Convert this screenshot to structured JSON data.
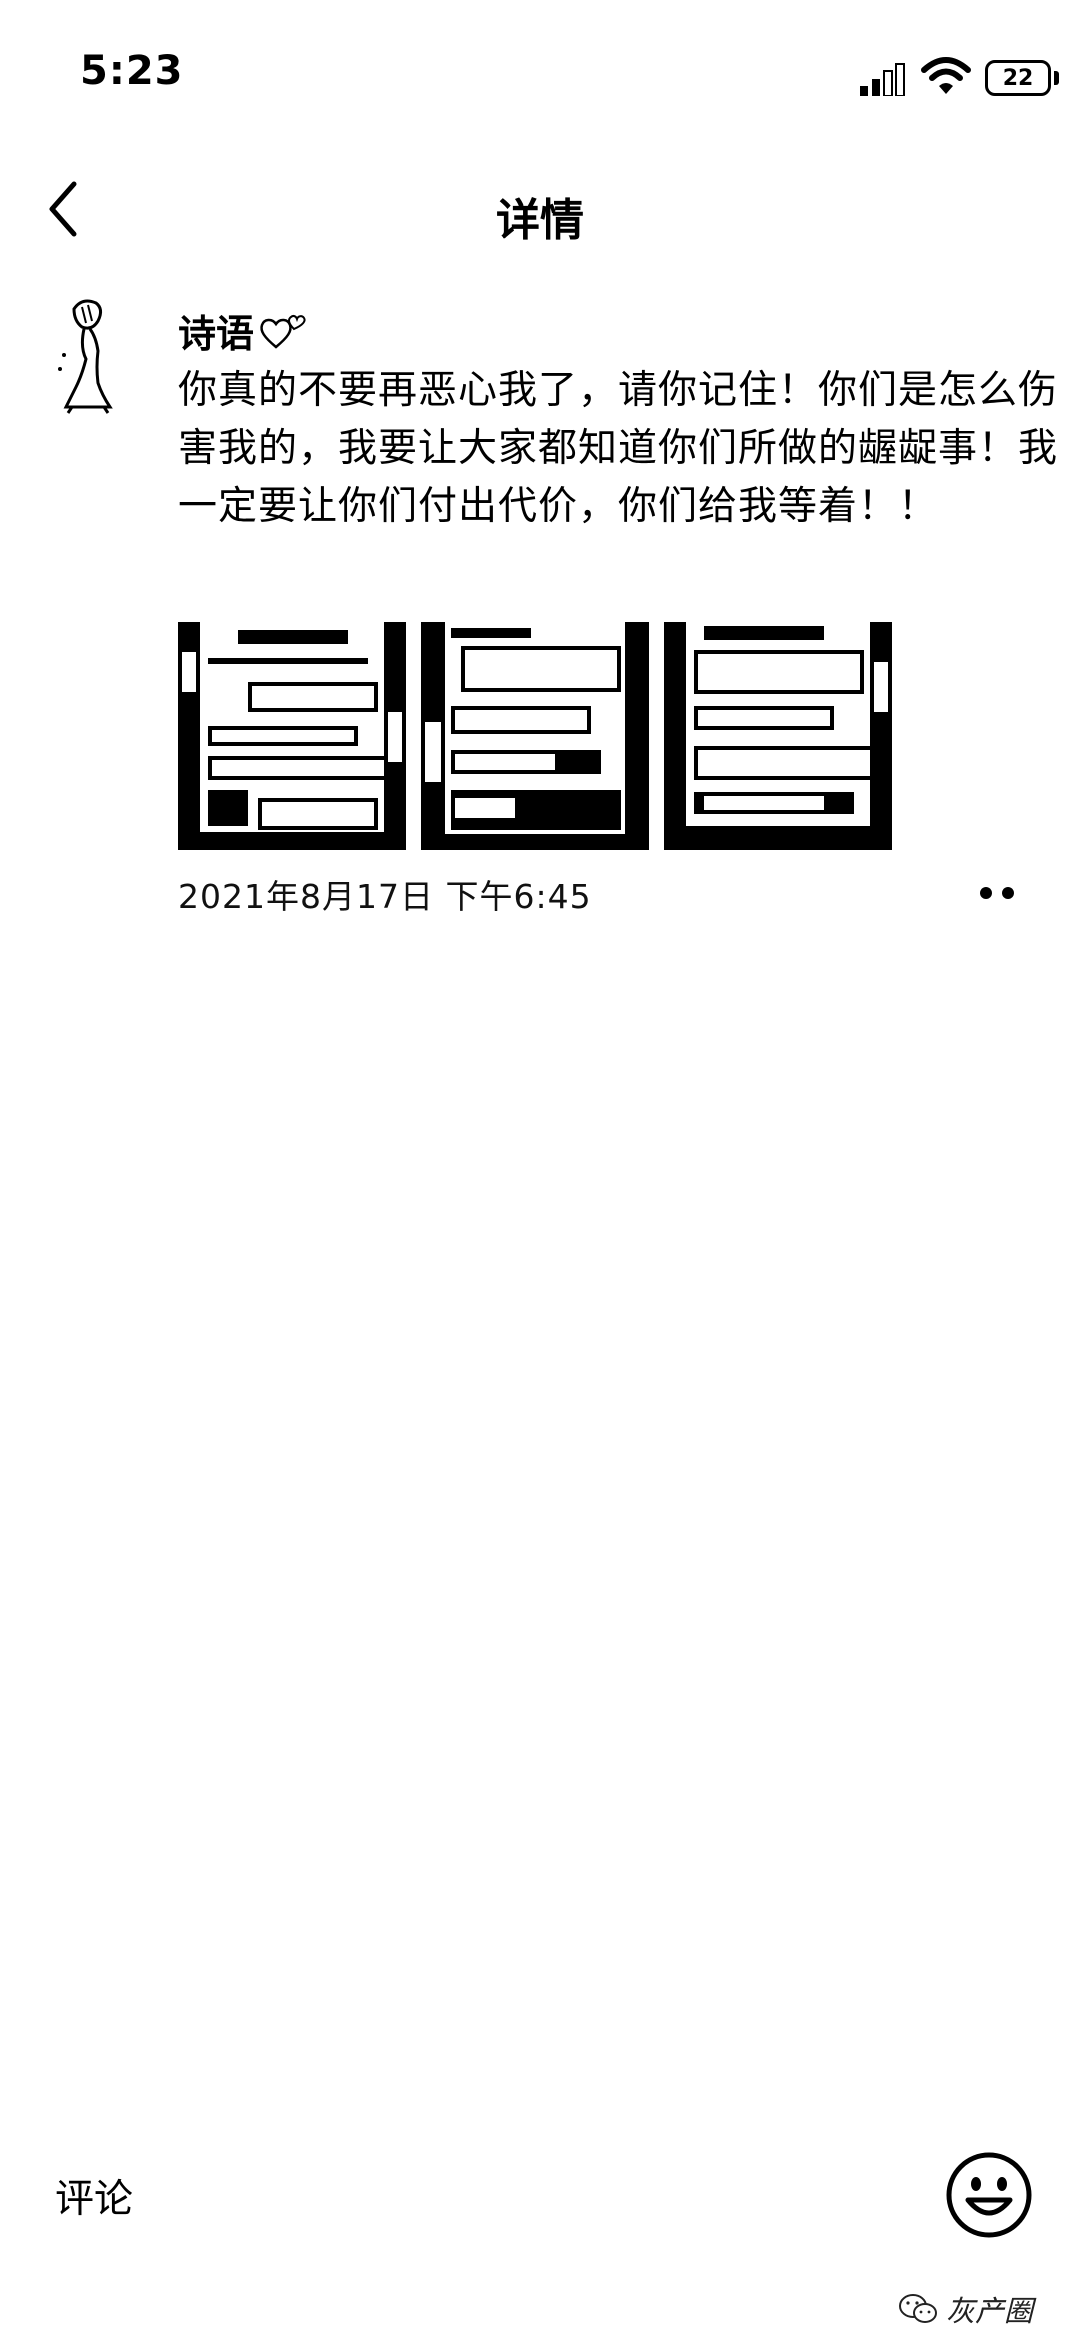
{
  "status_bar": {
    "time": "5:23",
    "battery": "22",
    "icons": [
      "signal-icon",
      "wifi-icon",
      "battery-icon"
    ]
  },
  "nav": {
    "title": "详情",
    "back_icon": "chevron-left-icon"
  },
  "post": {
    "user_name": "诗语",
    "name_icon": "heart-outline-icon",
    "text": "你真的不要再恶心我了，请你记住！你们是怎么伤害我的，我要让大家都知道你们所做的龌龊事！我一定要让你们付出代价，你们给我等着！！",
    "image_count": 3,
    "date": "2021年8月17日 下午6:45",
    "more_icon": "more-dots-icon"
  },
  "footer": {
    "comment_label": "评论",
    "emoji_icon": "smile-emoji-icon"
  },
  "watermark": {
    "text": "灰产圈",
    "icon": "wechat-icon"
  }
}
